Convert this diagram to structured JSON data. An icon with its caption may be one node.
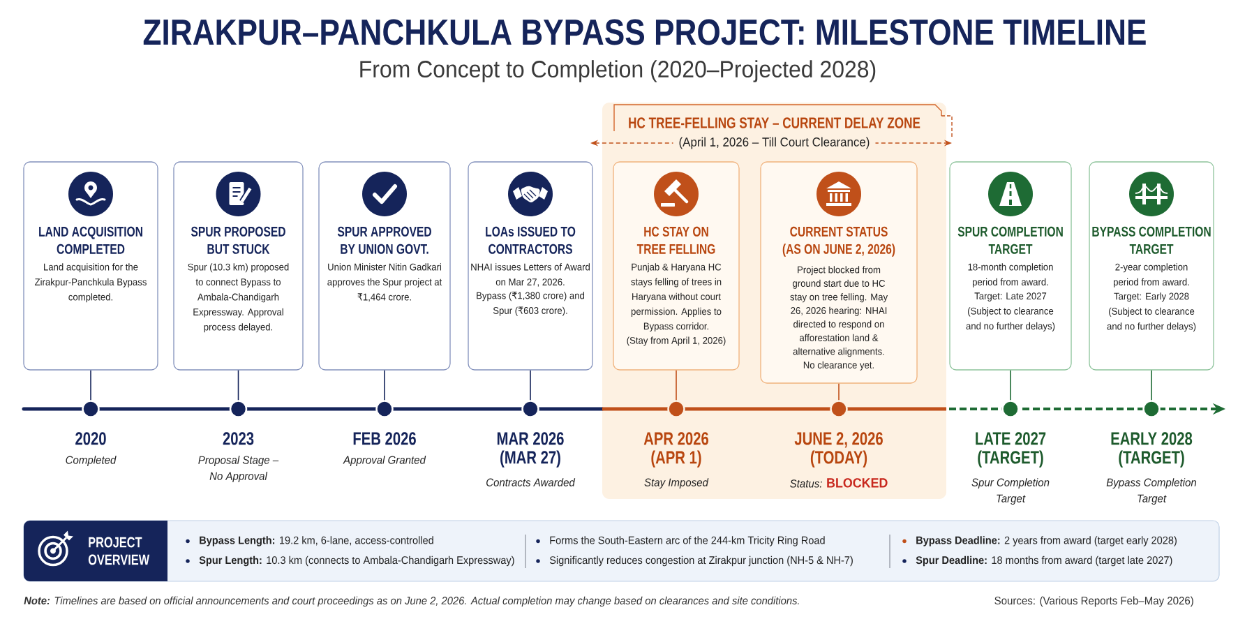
{
  "diagram": {
    "title": "ZIRAKPUR–PANCHKULA BYPASS PROJECT: MILESTONE TIMELINE",
    "nodes": [
      {
        "text": [
          "LAND ACQUISITION COMPLETED",
          "Land acquisition for the Zirakpur-Panchkula Bypass completed."
        ]
      },
      {
        "text": [
          "SPUR PROPOSED BUT STUCK",
          "Spur (10.3 km) proposed to connect Bypass to Ambala-Chandigarh Expressway. Approval process delayed."
        ]
      },
      {
        "text": [
          "SPUR APPROVED BY UNION GOVT.",
          "Union Minister Nitin Gadkari approves the Spur project at ₹1,464 crore."
        ]
      },
      {
        "text": [
          "LOAs ISSUED TO CONTRACTORS",
          "NHAI issues Letters of Award on Mar 27, 2026.",
          "Bypass (₹1,380 crore) and Spur (₹603 crore)."
        ]
      },
      {
        "text": [
          "HC TREE-FELLING STAY – CURRENT DELAY ZONE",
          "(April 1, 2026 – Till Court Clearance)"
        ]
      },
      {
        "text": [
          "HC STAY ON TREE FELLING",
          "Punjab & Haryana HC stays felling of trees in Haryana without court permission. Applies to Bypass corridor.",
          "(Stay from April 1, 2026)"
        ],
        "in": 4
      },
      {
        "text": [
          "CURRENT STATUS (AS ON JUNE 2, 2026)",
          "Project blocked from ground start due to HC stay on tree felling. May 26, 2026 hearing: NHAI directed to respond on afforestation land & alternative alignments. No clearance yet."
        ],
        "in": 4
      },
      {
        "text": [
          "SPUR COMPLETION TARGET",
          "18-month completion period from award.",
          "Target: Late 2027 (Subject to clearance and no further delays)"
        ]
      },
      {
        "text": [
          "BYPASS COMPLETION TARGET",
          "2-year completion period from award.",
          "Target: Early 2028 (Subject to clearance and no further delays)"
        ]
      },
      {
        "text": [],
        "shape": "circle",
        "beside": [
          "2020",
          "Completed"
        ]
      },
      {
        "text": [],
        "shape": "circle",
        "beside": [
          "2023",
          "Proposal Stage – No Approval"
        ]
      },
      {
        "text": [],
        "shape": "circle",
        "beside": [
          "FEB 2026",
          "Approval Granted"
        ]
      },
      {
        "text": [],
        "shape": "circle",
        "beside": [
          "MAR 2026 (MAR 27)",
          "Contracts Awarded"
        ]
      },
      {
        "text": [],
        "shape": "circle",
        "beside": [
          "APR 2026 (APR 1)",
          "Stay Imposed"
        ],
        "in": 4
      },
      {
        "text": [],
        "shape": "circle",
        "beside": [
          "JUNE 2, 2026 (TODAY)",
          "Status: **BLOCKED**"
        ],
        "in": 4
      },
      {
        "text": [],
        "shape": "circle",
        "beside": [
          "LATE 2027 (TARGET)",
          "Spur Completion Target"
        ]
      },
      {
        "text": [],
        "shape": "circle",
        "beside": [
          "EARLY 2028 (TARGET)",
          "Bypass Completion Target"
        ]
      },
      {
        "text": [
          "PROJECT OVERVIEW",
          "**Bypass Length:** 19.2 km, 6-lane, access-controlled",
          "**Spur Length:** 10.3 km (connects to Ambala-Chandigarh Expressway)",
          "Forms the South-Eastern arc of the 244-km Tricity Ring Road",
          "Significantly reduces congestion at Zirakpur junction (NH-5 & NH-7)",
          "**Bypass Deadline:** 2 years from award (target early 2028)",
          "**Spur Deadline:** 18 months from award (target late 2027)"
        ]
      }
    ],
    "edges": [
      {
        "from": 0,
        "to": 9,
        "arrow": "none"
      },
      {
        "from": 1,
        "to": 10,
        "arrow": "none"
      },
      {
        "from": 2,
        "to": 11,
        "arrow": "none"
      },
      {
        "from": 3,
        "to": 12,
        "arrow": "none"
      },
      {
        "from": 5,
        "to": 13,
        "arrow": "none",
        "color": "#c0501a"
      },
      {
        "from": 6,
        "to": 14,
        "arrow": "none",
        "color": "#c0501a"
      },
      {
        "from": 7,
        "to": 15,
        "arrow": "none",
        "color": "#1e6b34"
      },
      {
        "from": 8,
        "to": 16,
        "arrow": "none",
        "color": "#1e6b34"
      }
    ],
    "labels": [
      "From Concept to Completion (2020–Projected 2028)",
      "**Note:** Timelines are based on official announcements and court proceedings as on June 2, 2026. Actual completion may change based on clearances and site conditions.",
      "Sources: (Various Reports Feb–May 2026)"
    ]
  }
}
